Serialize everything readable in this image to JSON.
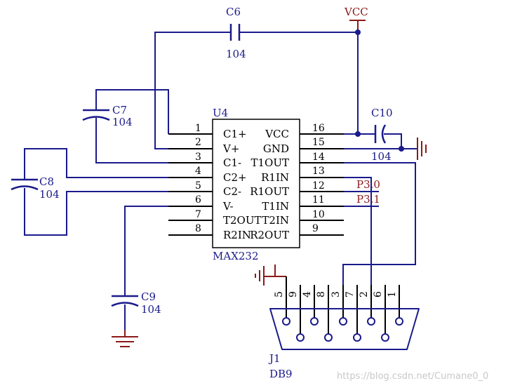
{
  "labels": {
    "vcc_power": "VCC",
    "ic_ref": "U4",
    "ic_part": "MAX232",
    "conn_ref": "J1",
    "conn_part": "DB9",
    "p30": "P3.0",
    "p31": "P3.1",
    "watermark": "https://blog.csdn.net/Cumane0_0"
  },
  "capacitors": [
    {
      "ref": "C6",
      "value": "104"
    },
    {
      "ref": "C7",
      "value": "104"
    },
    {
      "ref": "C8",
      "value": "104"
    },
    {
      "ref": "C9",
      "value": "104"
    },
    {
      "ref": "C10",
      "value": "104"
    }
  ],
  "ic_pins_left": [
    {
      "num": "1",
      "name": "C1+"
    },
    {
      "num": "2",
      "name": "V+"
    },
    {
      "num": "3",
      "name": "C1-"
    },
    {
      "num": "4",
      "name": "C2+"
    },
    {
      "num": "5",
      "name": "C2-"
    },
    {
      "num": "6",
      "name": "V-"
    },
    {
      "num": "7",
      "name": "T2OUT"
    },
    {
      "num": "8",
      "name": "R2IN"
    }
  ],
  "ic_pins_right": [
    {
      "num": "16",
      "name": "VCC"
    },
    {
      "num": "15",
      "name": "GND"
    },
    {
      "num": "14",
      "name": "T1OUT"
    },
    {
      "num": "13",
      "name": "R1IN"
    },
    {
      "num": "12",
      "name": "R1OUT"
    },
    {
      "num": "11",
      "name": "T1IN"
    },
    {
      "num": "10",
      "name": "T2IN"
    },
    {
      "num": "9",
      "name": "R2OUT"
    }
  ],
  "db9_pins": [
    "5",
    "9",
    "4",
    "8",
    "3",
    "7",
    "2",
    "6",
    "1"
  ]
}
